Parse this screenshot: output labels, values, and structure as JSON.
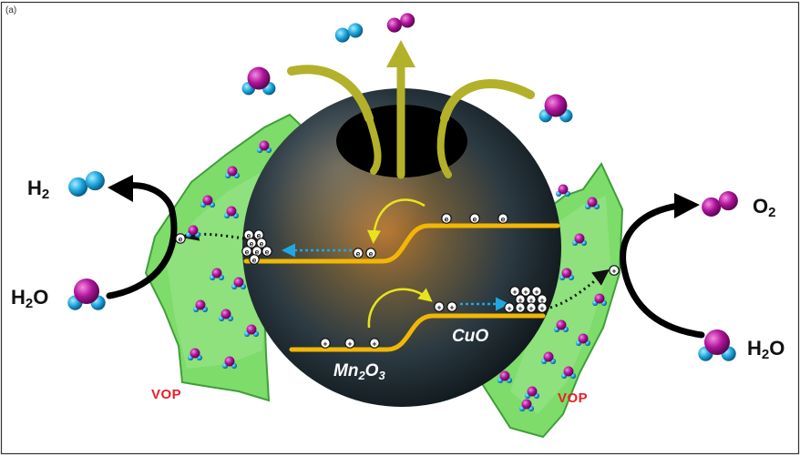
{
  "frame_corner_text": "(a)",
  "labels": {
    "h2_left": {
      "main": "H",
      "sub": "2"
    },
    "h2o_left": {
      "main": "H",
      "sub": "2",
      "tail": "O"
    },
    "o2_right": {
      "main": "O",
      "sub": "2"
    },
    "h2o_right": {
      "main": "H",
      "sub": "2",
      "tail": "O"
    },
    "vop_left": "VOP",
    "vop_right": "VOP",
    "cuo": "CuO",
    "mn2o3": {
      "main": "Mn",
      "sub1": "2",
      "mid": "O",
      "sub2": "3"
    }
  },
  "charges": {
    "electron": "e",
    "hole": "+"
  },
  "colors": {
    "green_sheet": "#7edc6a",
    "green_edge": "#3f9e3a",
    "band": "#f2b705",
    "arrow_yellow": "#b3b12a",
    "oxygen_atom": "#b0149b",
    "hydrogen_atom": "#1fa8e0",
    "vop_text": "#e8202a",
    "sphere_dark": "#243038"
  },
  "icons": {
    "electron": "circled-e-icon",
    "hole": "circled-plus-icon",
    "water": "water-molecule-icon",
    "hydrogen": "hydrogen-molecule-icon",
    "oxygen": "oxygen-molecule-icon"
  }
}
